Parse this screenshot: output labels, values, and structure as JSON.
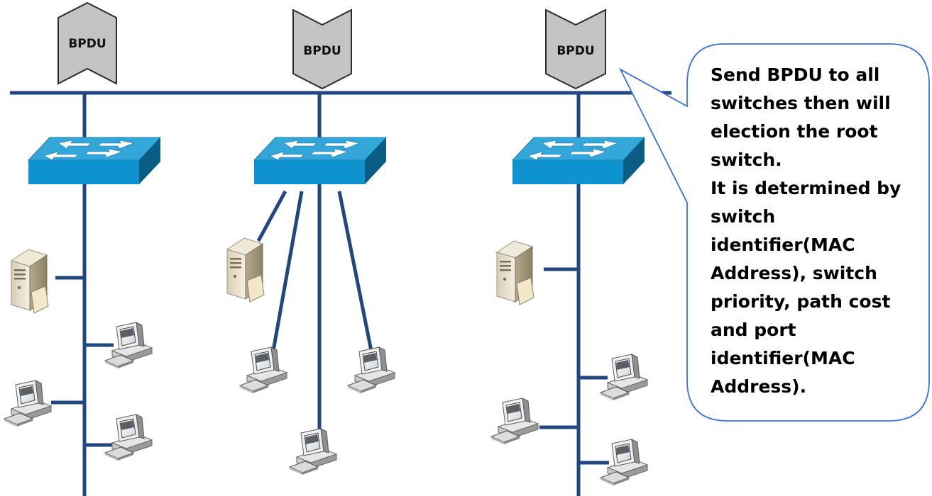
{
  "bpdu_labels": [
    "BPDU",
    "BPDU",
    "BPDU"
  ],
  "callout": {
    "lines": [
      "Send BPDU to all",
      "switches then will",
      "election the root",
      "switch.",
      "It is determined by",
      "switch",
      "identifier(MAC",
      "Address), switch",
      "priority, path cost",
      "and port",
      "identifier(MAC",
      "Address)."
    ]
  },
  "colors": {
    "bus_line": "#22467f",
    "switch_top": "#33a7d9",
    "switch_front": "#0f93cf",
    "switch_side": "#0a5e86",
    "bpdu_fill": "#c4c4c4",
    "callout_border": "#3a6fe0"
  },
  "icons": [
    "switch-icon",
    "server-icon",
    "computer-icon",
    "bpdu-arrow-icon"
  ]
}
